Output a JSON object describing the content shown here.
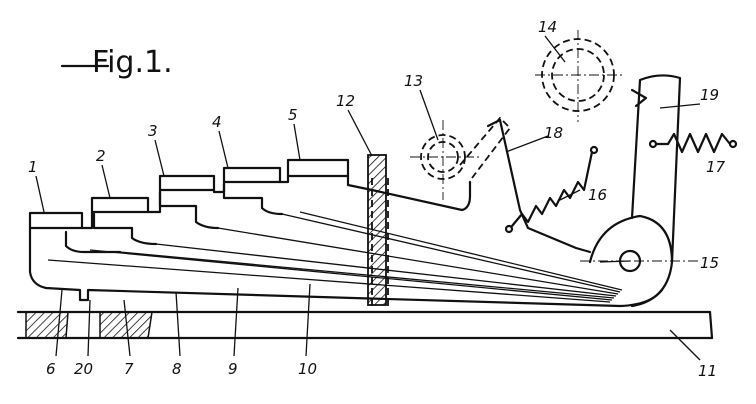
{
  "figure": {
    "title": "Fig.1.",
    "labels": {
      "l1": "1",
      "l2": "2",
      "l3": "3",
      "l4": "4",
      "l5": "5",
      "l6": "6",
      "l7": "7",
      "l8": "8",
      "l9": "9",
      "l10": "10",
      "l11": "11",
      "l12": "12",
      "l13": "13",
      "l14": "14",
      "l15": "15",
      "l16": "16",
      "l17": "17",
      "l18": "18",
      "l19": "19",
      "l20": "20"
    }
  },
  "colors": {
    "ink": "#111111",
    "paper": "#ffffff"
  }
}
